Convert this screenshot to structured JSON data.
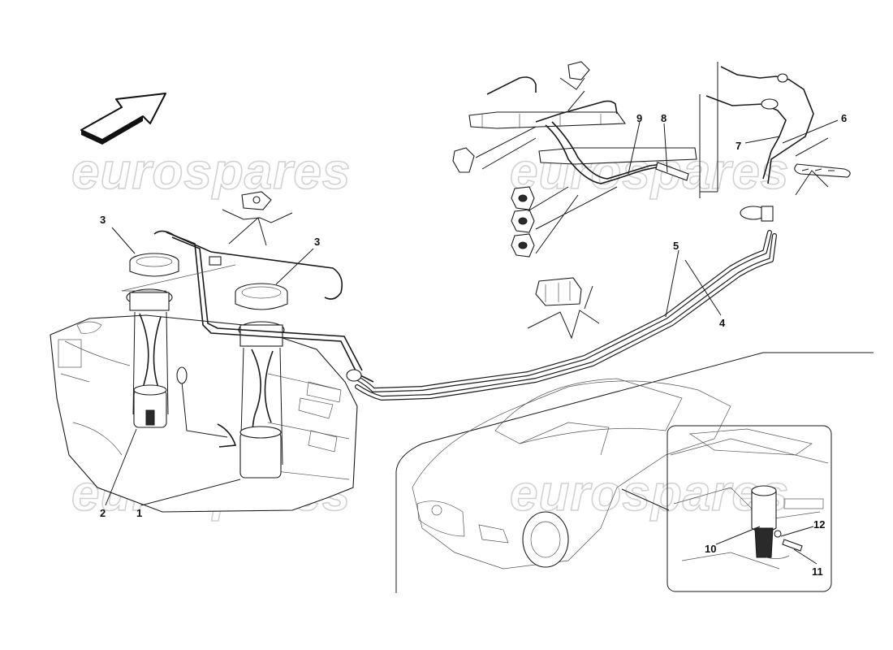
{
  "watermark": {
    "text": "eurospares",
    "color": "#d2d2d2"
  },
  "callouts": {
    "c1": "1",
    "c2": "2",
    "c3a": "3",
    "c3b": "3",
    "c4": "4",
    "c5": "5",
    "c6": "6",
    "c7": "7",
    "c8": "8",
    "c9": "9",
    "c10": "10",
    "c11": "11",
    "c12": "12"
  },
  "icons": {
    "direction_arrow": "front-direction-arrow-icon"
  },
  "colors": {
    "line": "#1a1a1a",
    "background": "#ffffff"
  }
}
